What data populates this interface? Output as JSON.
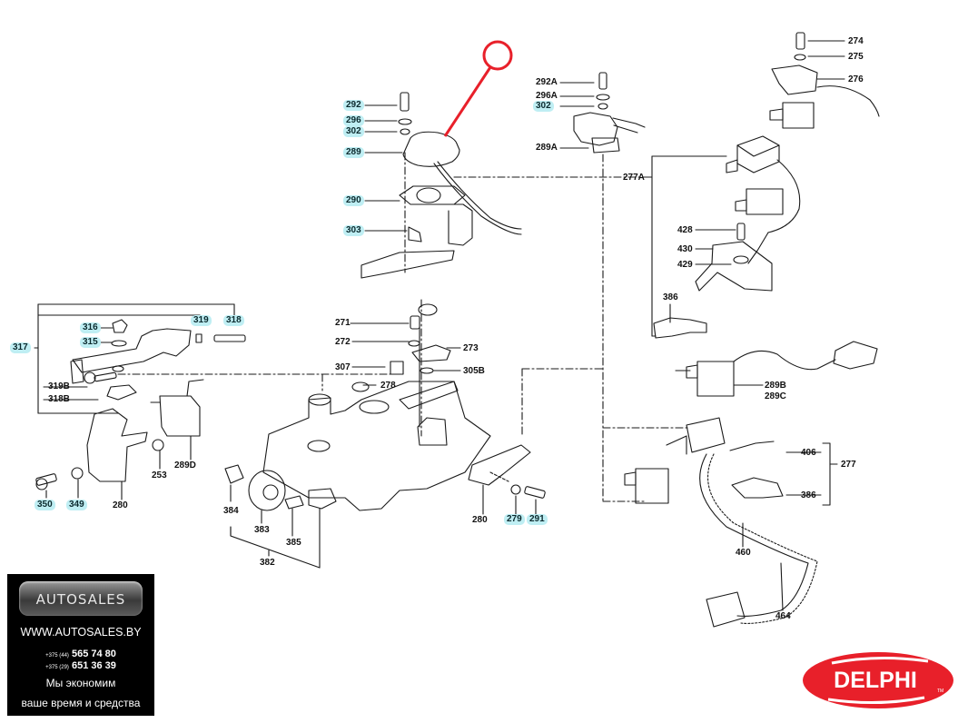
{
  "diagram": {
    "title": "Exploded parts diagram - throttle / injection sensor assembly",
    "highlight_color": "#bfeef3",
    "annotation_color": "#e8202a",
    "labels": [
      {
        "id": "292",
        "highlighted": true
      },
      {
        "id": "296",
        "highlighted": true
      },
      {
        "id": "302",
        "highlighted": true
      },
      {
        "id": "289",
        "highlighted": true
      },
      {
        "id": "290",
        "highlighted": true
      },
      {
        "id": "303",
        "highlighted": true
      },
      {
        "id": "292A",
        "highlighted": false
      },
      {
        "id": "296A",
        "highlighted": false
      },
      {
        "id": "302",
        "highlighted": true
      },
      {
        "id": "289A",
        "highlighted": false
      },
      {
        "id": "277A",
        "highlighted": false
      },
      {
        "id": "274",
        "highlighted": false
      },
      {
        "id": "275",
        "highlighted": false
      },
      {
        "id": "276",
        "highlighted": false
      },
      {
        "id": "428",
        "highlighted": false
      },
      {
        "id": "430",
        "highlighted": false
      },
      {
        "id": "429",
        "highlighted": false
      },
      {
        "id": "386",
        "highlighted": false
      },
      {
        "id": "289B",
        "highlighted": false
      },
      {
        "id": "289C",
        "highlighted": false
      },
      {
        "id": "406",
        "highlighted": false
      },
      {
        "id": "277",
        "highlighted": false
      },
      {
        "id": "386",
        "highlighted": false
      },
      {
        "id": "460",
        "highlighted": false
      },
      {
        "id": "464",
        "highlighted": false
      },
      {
        "id": "316",
        "highlighted": true
      },
      {
        "id": "315",
        "highlighted": true
      },
      {
        "id": "317",
        "highlighted": true
      },
      {
        "id": "319",
        "highlighted": true
      },
      {
        "id": "318",
        "highlighted": true
      },
      {
        "id": "319B",
        "highlighted": false
      },
      {
        "id": "318B",
        "highlighted": false
      },
      {
        "id": "289D",
        "highlighted": false
      },
      {
        "id": "253",
        "highlighted": false
      },
      {
        "id": "280",
        "highlighted": false
      },
      {
        "id": "350",
        "highlighted": true
      },
      {
        "id": "349",
        "highlighted": true
      },
      {
        "id": "271",
        "highlighted": false
      },
      {
        "id": "272",
        "highlighted": false
      },
      {
        "id": "273",
        "highlighted": false
      },
      {
        "id": "307",
        "highlighted": false
      },
      {
        "id": "278",
        "highlighted": false
      },
      {
        "id": "305B",
        "highlighted": false
      },
      {
        "id": "384",
        "highlighted": false
      },
      {
        "id": "383",
        "highlighted": false
      },
      {
        "id": "385",
        "highlighted": false
      },
      {
        "id": "382",
        "highlighted": false
      },
      {
        "id": "280",
        "highlighted": false
      },
      {
        "id": "279",
        "highlighted": true
      },
      {
        "id": "291",
        "highlighted": true
      }
    ]
  },
  "ad": {
    "brand": "AUTOSALES",
    "url": "WWW.AUTOSALES.BY",
    "phones": [
      {
        "prefix": "+375 (44)",
        "number": "565 74 80"
      },
      {
        "prefix": "+375 (29)",
        "number": "651 36 39"
      }
    ],
    "slogan_line1": "Мы экономим",
    "slogan_line2": "ваше время и средства"
  },
  "logo": {
    "text": "DELPHI",
    "trademark": "TM",
    "color": "#e8202a"
  }
}
